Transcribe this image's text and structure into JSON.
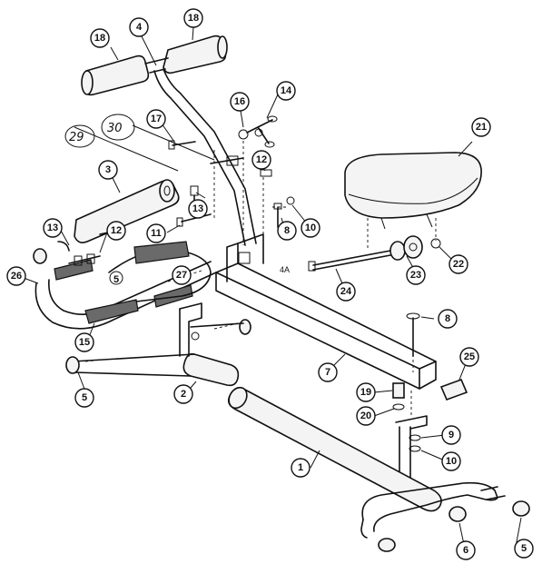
{
  "diagram": {
    "callouts": [
      {
        "id": "c18a",
        "label": "18"
      },
      {
        "id": "c4",
        "label": "4"
      },
      {
        "id": "c18b",
        "label": "18"
      },
      {
        "id": "c16",
        "label": "16"
      },
      {
        "id": "c14",
        "label": "14"
      },
      {
        "id": "c17",
        "label": "17"
      },
      {
        "id": "c12a",
        "label": "12"
      },
      {
        "id": "c21",
        "label": "21"
      },
      {
        "id": "c3",
        "label": "3"
      },
      {
        "id": "c13a",
        "label": "13"
      },
      {
        "id": "c8a",
        "label": "8"
      },
      {
        "id": "c10a",
        "label": "10"
      },
      {
        "id": "c11",
        "label": "11"
      },
      {
        "id": "c13b",
        "label": "13"
      },
      {
        "id": "c12b",
        "label": "12"
      },
      {
        "id": "c23",
        "label": "23"
      },
      {
        "id": "c22",
        "label": "22"
      },
      {
        "id": "c26",
        "label": "26"
      },
      {
        "id": "c27",
        "label": "27"
      },
      {
        "id": "c24",
        "label": "24"
      },
      {
        "id": "c8b",
        "label": "8"
      },
      {
        "id": "c15",
        "label": "15"
      },
      {
        "id": "c25",
        "label": "25"
      },
      {
        "id": "c7",
        "label": "7"
      },
      {
        "id": "c5a",
        "label": "5"
      },
      {
        "id": "c2",
        "label": "2"
      },
      {
        "id": "c19",
        "label": "19"
      },
      {
        "id": "c20",
        "label": "20"
      },
      {
        "id": "c9",
        "label": "9"
      },
      {
        "id": "c10b",
        "label": "10"
      },
      {
        "id": "c1",
        "label": "1"
      },
      {
        "id": "c6",
        "label": "6"
      },
      {
        "id": "c5b",
        "label": "5"
      },
      {
        "id": "c5c",
        "label": "5"
      }
    ],
    "handwritten": [
      {
        "id": "h29",
        "label": "29"
      },
      {
        "id": "h30",
        "label": "30"
      }
    ],
    "small_text": {
      "label": "4A"
    }
  }
}
